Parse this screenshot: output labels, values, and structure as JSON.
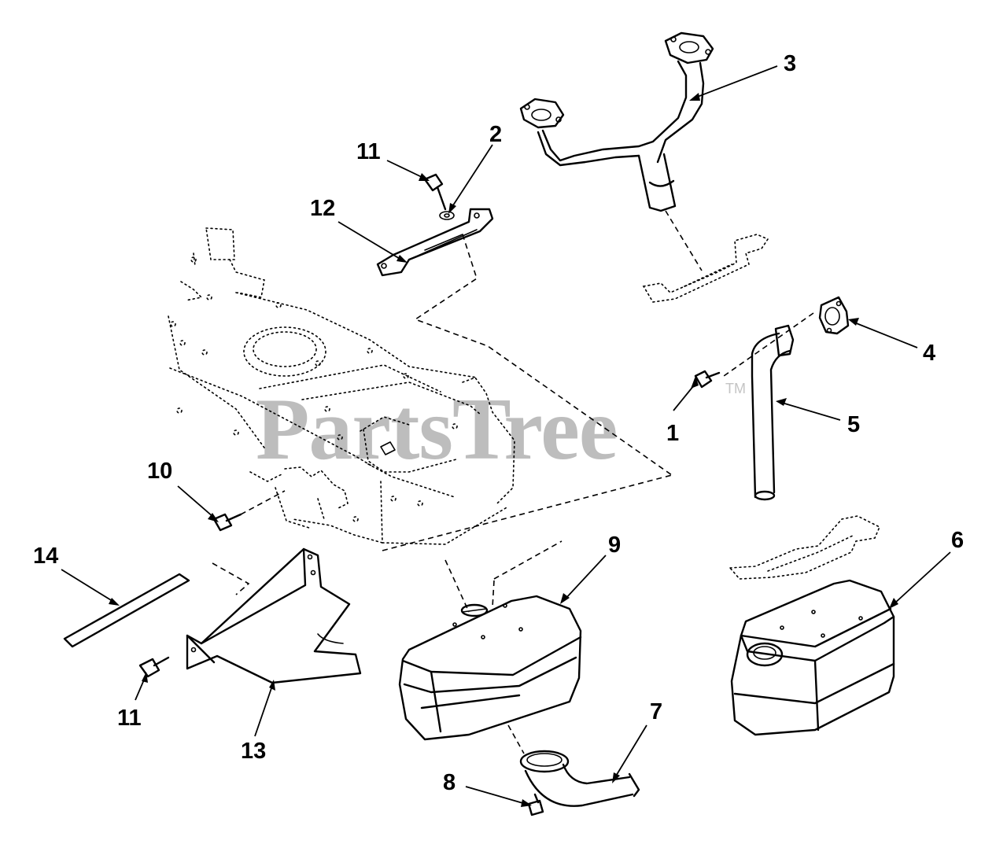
{
  "watermark": {
    "brand": "PartsTree",
    "trademark": "TM"
  },
  "callouts": [
    {
      "id": "1",
      "label": "1"
    },
    {
      "id": "2",
      "label": "2"
    },
    {
      "id": "3",
      "label": "3"
    },
    {
      "id": "4",
      "label": "4"
    },
    {
      "id": "5",
      "label": "5"
    },
    {
      "id": "6",
      "label": "6"
    },
    {
      "id": "7",
      "label": "7"
    },
    {
      "id": "8",
      "label": "8"
    },
    {
      "id": "9",
      "label": "9"
    },
    {
      "id": "10",
      "label": "10"
    },
    {
      "id": "11a",
      "label": "11"
    },
    {
      "id": "11b",
      "label": "11"
    },
    {
      "id": "12",
      "label": "12"
    },
    {
      "id": "13",
      "label": "13"
    },
    {
      "id": "14",
      "label": "14"
    }
  ]
}
